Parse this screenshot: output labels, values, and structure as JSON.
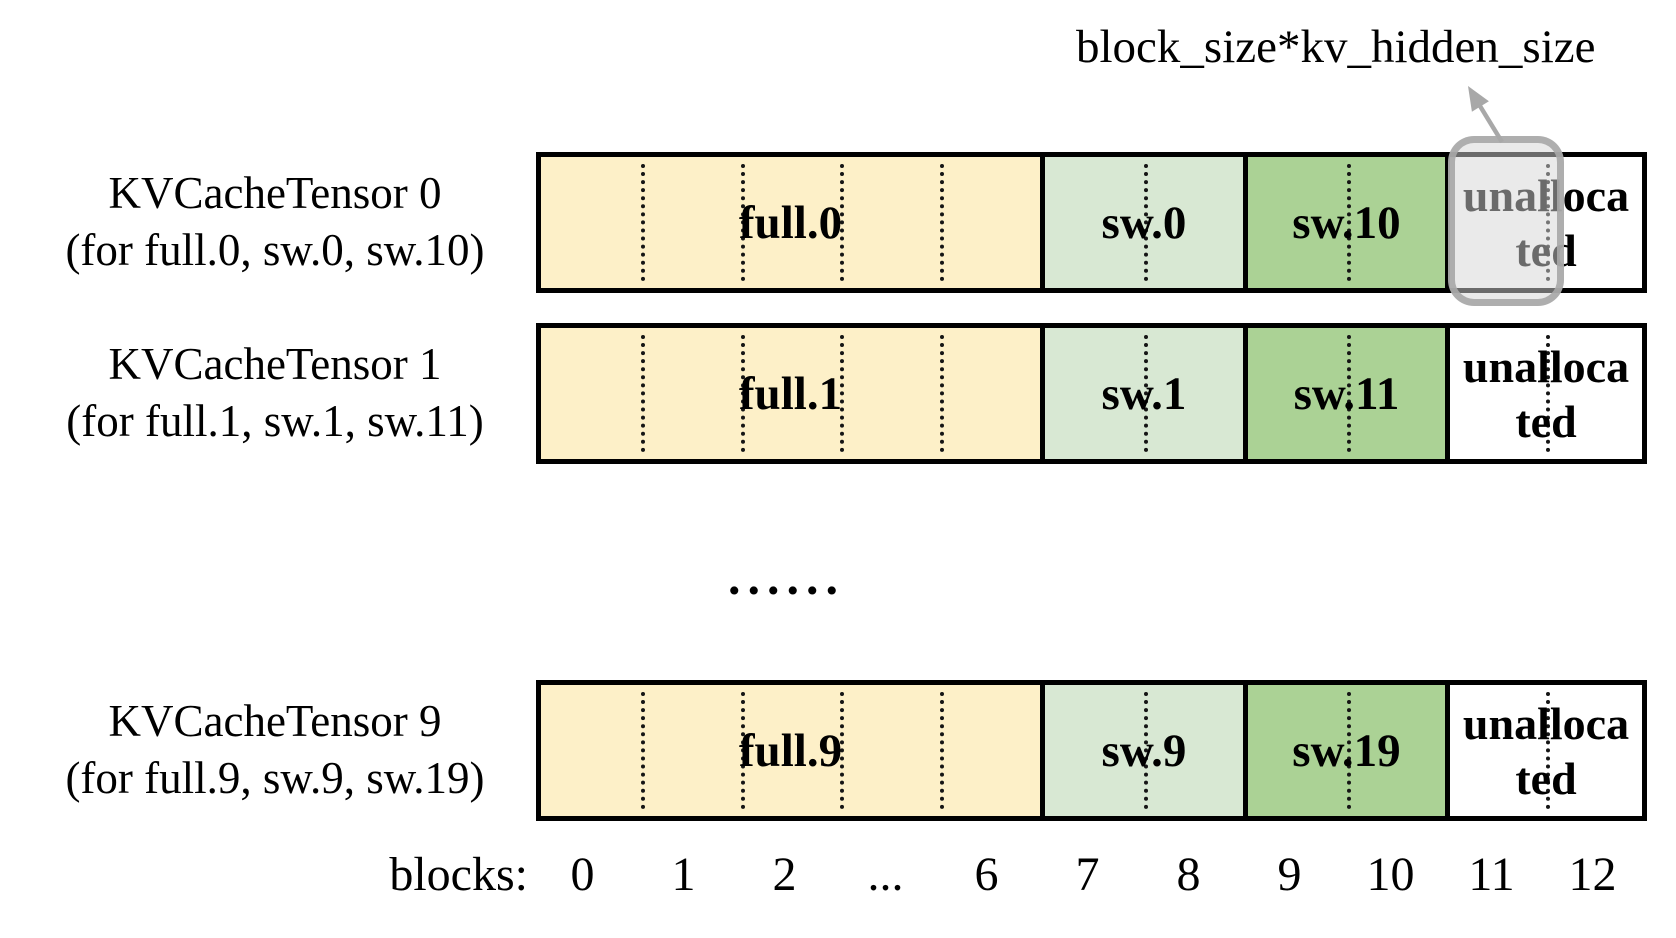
{
  "annotation": {
    "label": "block_size*kv_hidden_size"
  },
  "ellipsis_between_rows": "......",
  "axis": {
    "label": "blocks:",
    "ticks": [
      "0",
      "1",
      "2",
      "...",
      "6",
      "7",
      "8",
      "9",
      "10",
      "11",
      "12"
    ]
  },
  "rows": [
    {
      "title": "KVCacheTensor 0",
      "subtitle": "(for full.0, sw.0, sw.10)",
      "segments": {
        "full": "full.0",
        "sw_first": "sw.0",
        "sw_second": "sw.10",
        "unallocated_line1": "unalloca",
        "unallocated_line2": "ted"
      }
    },
    {
      "title": "KVCacheTensor 1",
      "subtitle": "(for full.1, sw.1, sw.11)",
      "segments": {
        "full": "full.1",
        "sw_first": "sw.1",
        "sw_second": "sw.11",
        "unallocated_line1": "unalloca",
        "unallocated_line2": "ted"
      }
    },
    {
      "title": "KVCacheTensor 9",
      "subtitle": "(for full.9, sw.9, sw.19)",
      "segments": {
        "full": "full.9",
        "sw_first": "sw.9",
        "sw_second": "sw.19",
        "unallocated_line1": "unalloca",
        "unallocated_line2": "ted"
      }
    }
  ],
  "colors": {
    "full_block": "#fdf0c8",
    "sw_first_block": "#d8e8d3",
    "sw_second_block": "#abd295",
    "unallocated_block": "#ffffff",
    "bar_border": "#000000",
    "highlight_gray": "#a8a8a8",
    "arrow_gray": "#a8a8a8"
  }
}
